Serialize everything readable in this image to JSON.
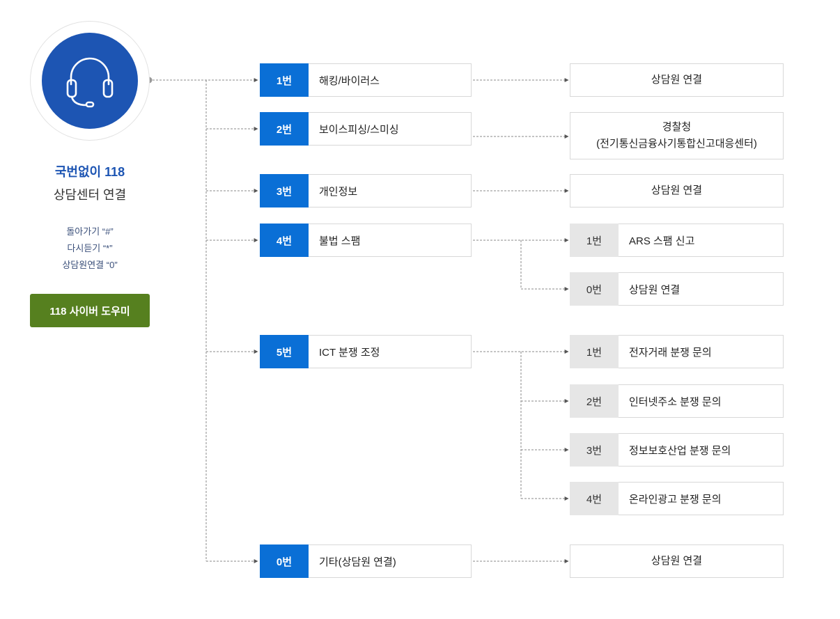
{
  "left_panel": {
    "icon": "headset-icon",
    "title_line1": "국번없이 118",
    "title_line2": "상담센터 연결",
    "hints": [
      "돌아가기 “#”",
      "다시듣기 “*”",
      "상담원연결 “0”"
    ],
    "button_label": "118 사이버 도우미"
  },
  "menus": [
    {
      "num": "1번",
      "label": "해킹/바이러스"
    },
    {
      "num": "2번",
      "label": "보이스피싱/스미싱"
    },
    {
      "num": "3번",
      "label": "개인정보"
    },
    {
      "num": "4번",
      "label": "불법 스팸"
    },
    {
      "num": "5번",
      "label": "ICT 분쟁 조정"
    },
    {
      "num": "0번",
      "label": "기타(상담원 연결)"
    }
  ],
  "destinations": {
    "d1": "상담원 연결",
    "d2_line1": "경찰청",
    "d2_line2": "(전기통신금융사기통합신고대응센터)",
    "d3": "상담원 연결",
    "d6": "상담원 연결"
  },
  "sub_options": {
    "spam": [
      {
        "num": "1번",
        "label": "ARS 스팸 신고"
      },
      {
        "num": "0번",
        "label": "상담원 연결"
      }
    ],
    "ict": [
      {
        "num": "1번",
        "label": "전자거래 분쟁 문의"
      },
      {
        "num": "2번",
        "label": "인터넷주소 분쟁 문의"
      },
      {
        "num": "3번",
        "label": "정보보호산업 분쟁 문의"
      },
      {
        "num": "4번",
        "label": "온라인광고 분쟁 문의"
      }
    ]
  },
  "colors": {
    "primary_blue": "#1d55b3",
    "menu_blue": "#0a6fd6",
    "green": "#56801f",
    "sub_gray": "#e6e6e6"
  }
}
